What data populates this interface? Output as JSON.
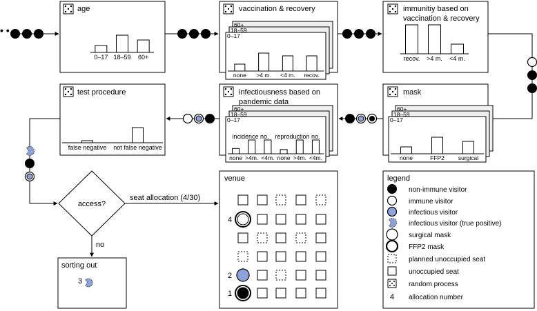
{
  "colors": {
    "infectious": "#8da2d8",
    "stroke": "#000000",
    "page_bg": "#ffffff",
    "card_bg": "#efefef"
  },
  "boxes": {
    "age": {
      "title": "age",
      "labels": [
        "0–17",
        "18–59",
        "60+"
      ],
      "values": [
        1,
        2.5,
        1.8
      ]
    },
    "vaccination": {
      "title": "vaccination & recovery",
      "layers": [
        "60+",
        "18–59",
        "0–17"
      ],
      "labels": [
        "none",
        ">4 m.",
        "<4 m.",
        "recov."
      ],
      "values": [
        1,
        2.6,
        2.2,
        2.2
      ]
    },
    "immunity": {
      "title_line1": "immunitiy based on",
      "title_line2": "vaccination & recovery",
      "labels": [
        "recov.",
        ">4 m.",
        "<4 m."
      ],
      "values": [
        4.2,
        4.2,
        1.4
      ]
    },
    "mask": {
      "title": "mask",
      "layers": [
        "60+",
        "18–59",
        "0–17"
      ],
      "labels": [
        "none",
        "FFP2",
        "surgical"
      ],
      "values": [
        1,
        2.4,
        1.8
      ]
    },
    "infectiousness": {
      "title_line1": "infectiousness based on",
      "title_line2": "pandemic data",
      "layers": [
        "60+",
        "18–59",
        "0–17"
      ],
      "group_labels": [
        "incidence no.",
        "reproduction no."
      ],
      "labels": [
        "none",
        ">4m.",
        "<4m.",
        "none",
        ">4m.",
        "<4m."
      ],
      "values": [
        1,
        2.6,
        2.6,
        0.8,
        2.6,
        2.6
      ]
    },
    "test": {
      "title": "test procedure",
      "labels": [
        "false negative",
        "not false negative"
      ],
      "values": [
        0.3,
        2.2
      ]
    }
  },
  "ellipsis": "• • •",
  "decision": {
    "label": "access?"
  },
  "flow": {
    "seat_allocation": "seat allocation (4/30)",
    "no": "no"
  },
  "sorting": {
    "title": "sorting out",
    "number": "3"
  },
  "venue": {
    "title": "venue",
    "seats": [
      [
        "unoccupied",
        "unoccupied",
        "planned",
        "unoccupied",
        "planned"
      ],
      [
        "ffp2",
        "unoccupied",
        "unoccupied",
        "unoccupied",
        "unoccupied"
      ],
      [
        "unoccupied",
        "planned",
        "unoccupied",
        "planned",
        "unoccupied"
      ],
      [
        "planned",
        "unoccupied",
        "unoccupied",
        "unoccupied",
        "unoccupied"
      ],
      [
        "infectious",
        "unoccupied",
        "planned",
        "unoccupied",
        "unoccupied"
      ],
      [
        "nonimmune",
        "unoccupied",
        "unoccupied",
        "unoccupied",
        "unoccupied"
      ]
    ],
    "allocation_numbers": [
      {
        "row": 1,
        "label": "4"
      },
      {
        "row": 4,
        "label": "2"
      },
      {
        "row": 5,
        "label": "1"
      }
    ]
  },
  "legend": {
    "title": "legend",
    "items": [
      {
        "key": "nonimmune",
        "icon": "black-dot-icon",
        "label": "non-immune visitor"
      },
      {
        "key": "immune",
        "icon": "white-dot-icon",
        "label": "immune visitor"
      },
      {
        "key": "infectious",
        "icon": "blue-dot-icon",
        "label": "infectious visitor"
      },
      {
        "key": "truepositive",
        "icon": "cut-blue-dot-icon",
        "label": "infectious visitor (true positive)"
      },
      {
        "key": "surgical",
        "icon": "surgical-mask-icon",
        "label": "surgical mask"
      },
      {
        "key": "ffp2",
        "icon": "ffp2-mask-icon",
        "label": "FFP2 mask"
      },
      {
        "key": "planned",
        "icon": "dashed-seat-icon",
        "label": "planned unoccupied seat"
      },
      {
        "key": "unoccupied",
        "icon": "seat-icon",
        "label": "unoccupied seat"
      },
      {
        "key": "dice",
        "icon": "dice-icon",
        "label": "random process"
      },
      {
        "key": "number",
        "icon": "number-icon",
        "label": "allocation number",
        "symbol": "4"
      }
    ]
  }
}
